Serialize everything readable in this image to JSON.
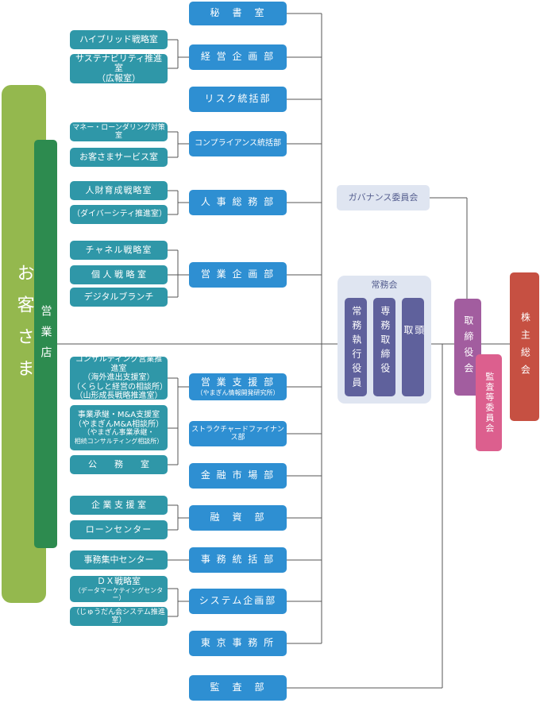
{
  "customer": "お客さま",
  "branch": "営業店",
  "governance": "ガバナンス委員会",
  "executive": {
    "title": "常務会",
    "members": [
      "常務執行役員",
      "専務取締役",
      "頭取"
    ]
  },
  "board": "取締役会",
  "audit_committee": "監査等委員会",
  "shareholders": "株主総会",
  "departments": {
    "hisho": "秘　書　室",
    "keiei": "経 営 企 画 部",
    "risk": "リスク統括部",
    "compliance": "コンプライアンス統括部",
    "jinji": "人 事 総 務 部",
    "eigyo_kikaku": "営 業 企 画 部",
    "eigyo_shien": "営 業 支 援 部",
    "eigyo_shien_sub": "（やまぎん情報開発研究所）",
    "structured": "ストラクチャードファイナンス部",
    "kinyu": "金 融 市 場 部",
    "yushi": "融　資　部",
    "jimu": "事 務 統 括 部",
    "system": "システム企画部",
    "tokyo": "東 京 事 務 所",
    "kansa": "監　査　部"
  },
  "units": {
    "hybrid": "ハイブリッド戦略室",
    "sustain_1": "サステナビリティ推進室",
    "sustain_2": "（広報室）",
    "money": "マネー・ローンダリング対策室",
    "okyaku": "お客さまサービス室",
    "jinzai": "人財育成戦略室",
    "diversity": "（ダイバーシティ推進室）",
    "channel": "チャネル戦略室",
    "kojin": "個 人 戦 略 室",
    "digital": "デジタルブランチ",
    "consult": [
      "コンサルティング営業推進室",
      "（海外進出支援室）",
      "（くらしと経営の相談所）",
      "（山形成長戦略推進室）"
    ],
    "jigyo": [
      "事業承継・M&A支援室",
      "（やまぎんM&A相談所）",
      "（やまぎん事業承継・",
      "相続コンサルティング相談所）"
    ],
    "komu": "公　　務　　室",
    "kigyo": "企 業 支 援 室",
    "loan": "ローンセンター",
    "jimu_center": "事務集中センター",
    "dx_1": "ＤＸ戦略室",
    "dx_2": "（データマーケティングセンター）",
    "jobundan": "（じゅうだん会システム推進室）"
  },
  "colors": {
    "customer": "#94b84e",
    "branch": "#2d8b4f",
    "unit": "#2f97a8",
    "department": "#2e8fd2",
    "committee_bg": "#dfe5f1",
    "executive_member": "#5f619c",
    "board": "#a25d9f",
    "audit_committee": "#dc5f8e",
    "shareholders": "#c65042",
    "line": "#555555"
  }
}
